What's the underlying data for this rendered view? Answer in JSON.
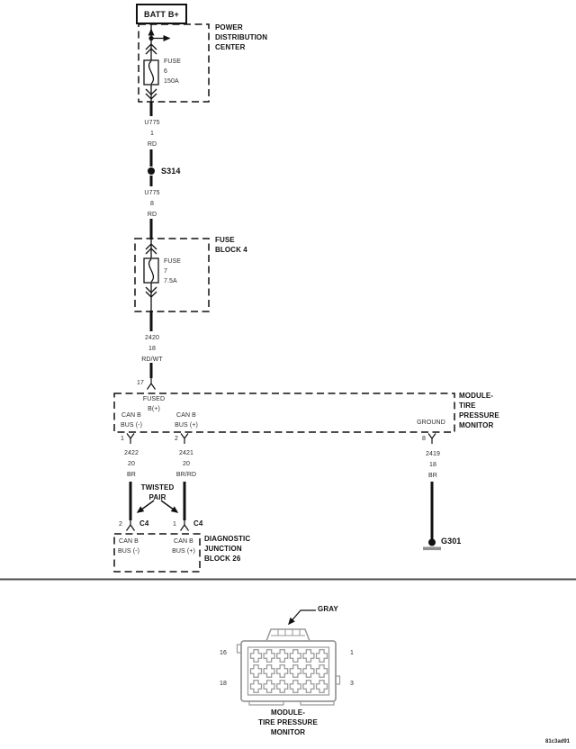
{
  "drawing_id": "81c3ad91",
  "battery": {
    "label": "BATT B+"
  },
  "pdc": {
    "title": [
      "POWER",
      "DISTRIBUTION",
      "CENTER"
    ],
    "fuse": [
      "FUSE",
      "6",
      "150A"
    ]
  },
  "splice": {
    "label": "S314"
  },
  "fuse_block": {
    "title": [
      "FUSE",
      "BLOCK 4"
    ],
    "fuse": [
      "FUSE",
      "7",
      "7.5A"
    ]
  },
  "wires": {
    "u775_1": [
      "U775",
      "1",
      "RD"
    ],
    "u775_8": [
      "U775",
      "8",
      "RD"
    ],
    "w2420": [
      "2420",
      "18",
      "RD/WT"
    ],
    "w2422": [
      "2422",
      "20",
      "BR"
    ],
    "w2421": [
      "2421",
      "20",
      "BR/RD"
    ],
    "w2419": [
      "2419",
      "18",
      "BR"
    ]
  },
  "module": {
    "title": [
      "MODULE-",
      "TIRE",
      "PRESSURE",
      "MONITOR"
    ],
    "pin_in": "17",
    "fused_b": [
      "FUSED",
      "B(+)"
    ],
    "can_minus": [
      "CAN B",
      "BUS (-)"
    ],
    "can_plus": [
      "CAN B",
      "BUS (+)"
    ],
    "ground": "GROUND",
    "pins": {
      "can_minus": "1",
      "can_plus": "2",
      "ground": "8"
    }
  },
  "twisted_pair": [
    "TWISTED",
    "PAIR"
  ],
  "junction": {
    "title": [
      "DIAGNOSTIC",
      "JUNCTION",
      "BLOCK 26"
    ],
    "connector": "C4",
    "pins": {
      "minus": "2",
      "plus": "1"
    },
    "can_minus": [
      "CAN B",
      "BUS (-)"
    ],
    "can_plus": [
      "CAN B",
      "BUS (+)"
    ]
  },
  "ground_point": {
    "label": "G301"
  },
  "connector_view": {
    "color": "GRAY",
    "pin_labels": {
      "top_left": "16",
      "top_right": "1",
      "bottom_left": "18",
      "bottom_right": "3"
    },
    "caption": [
      "MODULE-",
      "TIRE PRESSURE",
      "MONITOR"
    ]
  },
  "colors": {
    "line": "#111111",
    "wire_label": "#2b2b2b",
    "connector_gray": "#9a9a9a",
    "ground_bar": "#8f8f8f"
  }
}
